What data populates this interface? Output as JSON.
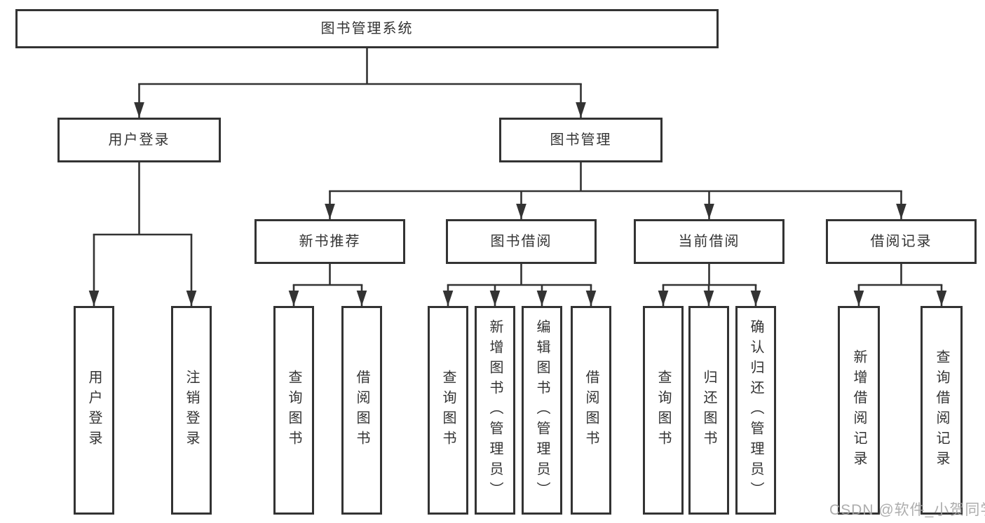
{
  "diagram": {
    "root": {
      "label": "图书管理系统"
    },
    "branches": [
      {
        "label": "用户登录",
        "children": [
          {
            "label": "用户登录"
          },
          {
            "label": "注销登录"
          }
        ]
      },
      {
        "label": "图书管理",
        "children": [
          {
            "label": "新书推荐",
            "children": [
              {
                "label": "查询图书"
              },
              {
                "label": "借阅图书"
              }
            ]
          },
          {
            "label": "图书借阅",
            "children": [
              {
                "label": "查询图书"
              },
              {
                "label": "新增图书（管理员）"
              },
              {
                "label": "编辑图书（管理员）"
              },
              {
                "label": "借阅图书"
              }
            ]
          },
          {
            "label": "当前借阅",
            "children": [
              {
                "label": "查询图书"
              },
              {
                "label": "归还图书"
              },
              {
                "label": "确认归还（管理员）"
              }
            ]
          },
          {
            "label": "借阅记录",
            "children": [
              {
                "label": "新增借阅记录"
              },
              {
                "label": "查询借阅记录"
              }
            ]
          }
        ]
      }
    ]
  },
  "watermark": {
    "text": "CSDN @软件_小贺同学"
  },
  "colors": {
    "line": "#333333",
    "box_fill": "#ffffff",
    "text": "#333333",
    "watermark": "#a4a4a4"
  }
}
